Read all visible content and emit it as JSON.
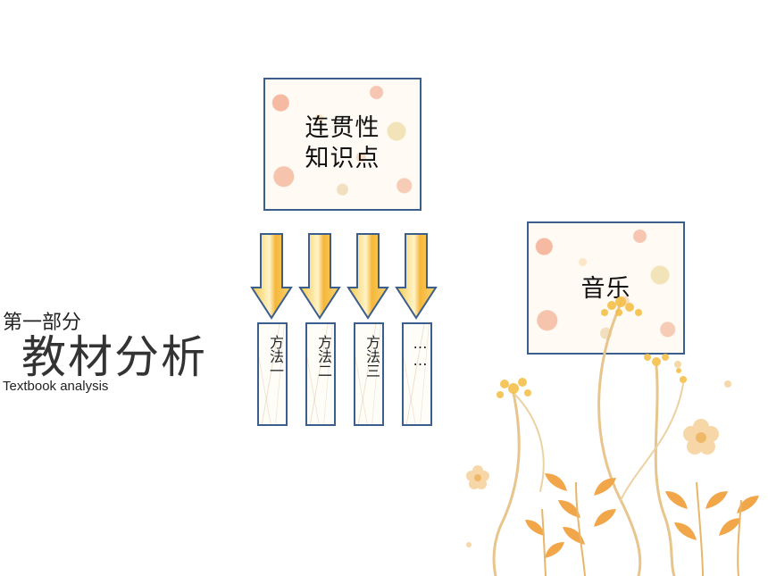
{
  "top_box": {
    "line1": "连贯性",
    "line2": "知识点"
  },
  "methods": [
    {
      "label": "方法一"
    },
    {
      "label": "方法二"
    },
    {
      "label": "方法三"
    },
    {
      "label": "……"
    }
  ],
  "music_box": {
    "label": "音乐"
  },
  "section": {
    "small_title": "第一部分",
    "big_title": "教材分析",
    "subtitle": "Textbook analysis"
  },
  "colors": {
    "border": "#3b5e8c",
    "arrow_fill": "#f7c84a",
    "arrow_highlight": "#ffffff"
  }
}
